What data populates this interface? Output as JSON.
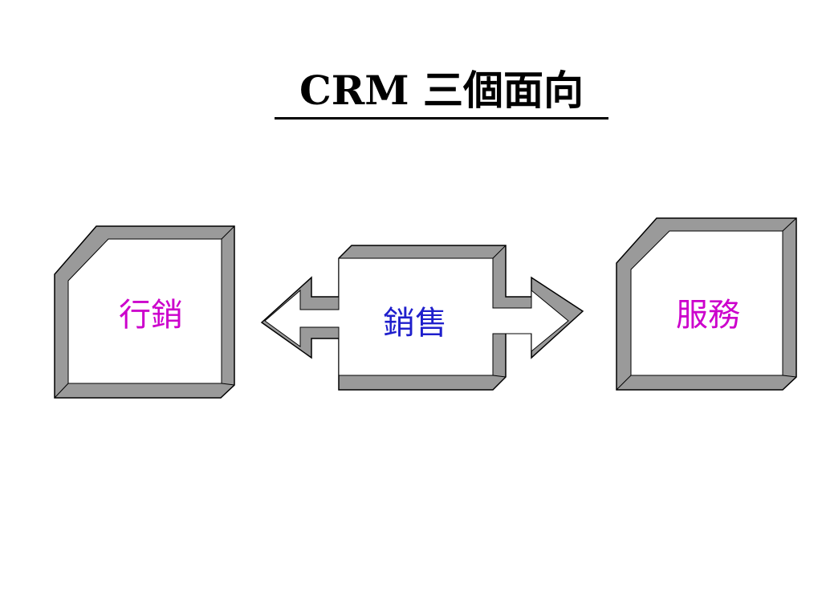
{
  "title": "CRM 三個面向",
  "boxes": {
    "marketing": "行銷",
    "sales": "銷售",
    "service": "服務"
  },
  "colors": {
    "bevel": "#9a9a9a",
    "bevel_dark": "#707070",
    "outline": "#000000",
    "face": "#ffffff",
    "side_label": "#cc00cc",
    "center_label": "#1f1fcc"
  }
}
